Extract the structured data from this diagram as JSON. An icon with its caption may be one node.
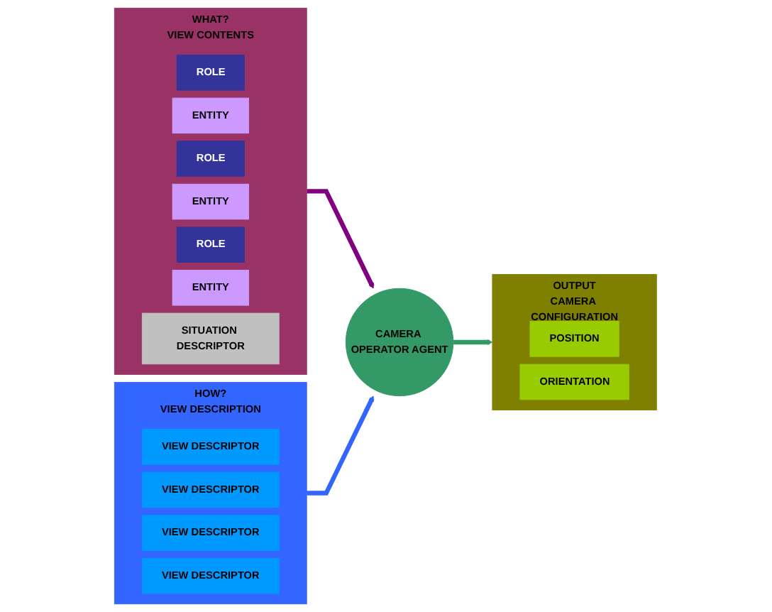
{
  "diagram": {
    "nodes": [
      {
        "text": [
          "WHAT?",
          "VIEW CONTENTS"
        ]
      },
      {
        "text": [
          "ROLE"
        ],
        "in": 0
      },
      {
        "text": [
          "ENTITY"
        ],
        "in": 0
      },
      {
        "text": [
          "ROLE"
        ],
        "in": 0
      },
      {
        "text": [
          "ENTITY"
        ],
        "in": 0
      },
      {
        "text": [
          "ROLE"
        ],
        "in": 0
      },
      {
        "text": [
          "ENTITY"
        ],
        "in": 0
      },
      {
        "text": [
          "SITUATION DESCRIPTOR"
        ],
        "in": 0
      },
      {
        "text": [
          "HOW?",
          "VIEW DESCRIPTION"
        ]
      },
      {
        "text": [
          "VIEW DESCRIPTOR"
        ],
        "in": 8
      },
      {
        "text": [
          "VIEW DESCRIPTOR"
        ],
        "in": 8
      },
      {
        "text": [
          "VIEW DESCRIPTOR"
        ],
        "in": 8
      },
      {
        "text": [
          "VIEW DESCRIPTOR"
        ],
        "in": 8
      },
      {
        "text": [
          "CAMERA OPERATOR AGENT"
        ]
      },
      {
        "text": [
          "OUTPUT",
          "CAMERA CONFIGURATION"
        ]
      },
      {
        "text": [
          "POSITION"
        ],
        "in": 14
      },
      {
        "text": [
          "ORIENTATION"
        ],
        "in": 14
      }
    ],
    "edges": [
      {
        "from": 0,
        "to": 13,
        "arrow": "to",
        "color": "#800080"
      },
      {
        "from": 8,
        "to": 13,
        "arrow": "to",
        "color": "#3366ff"
      },
      {
        "from": 13,
        "to": 14,
        "arrow": "to",
        "color": "#339966"
      }
    ]
  }
}
